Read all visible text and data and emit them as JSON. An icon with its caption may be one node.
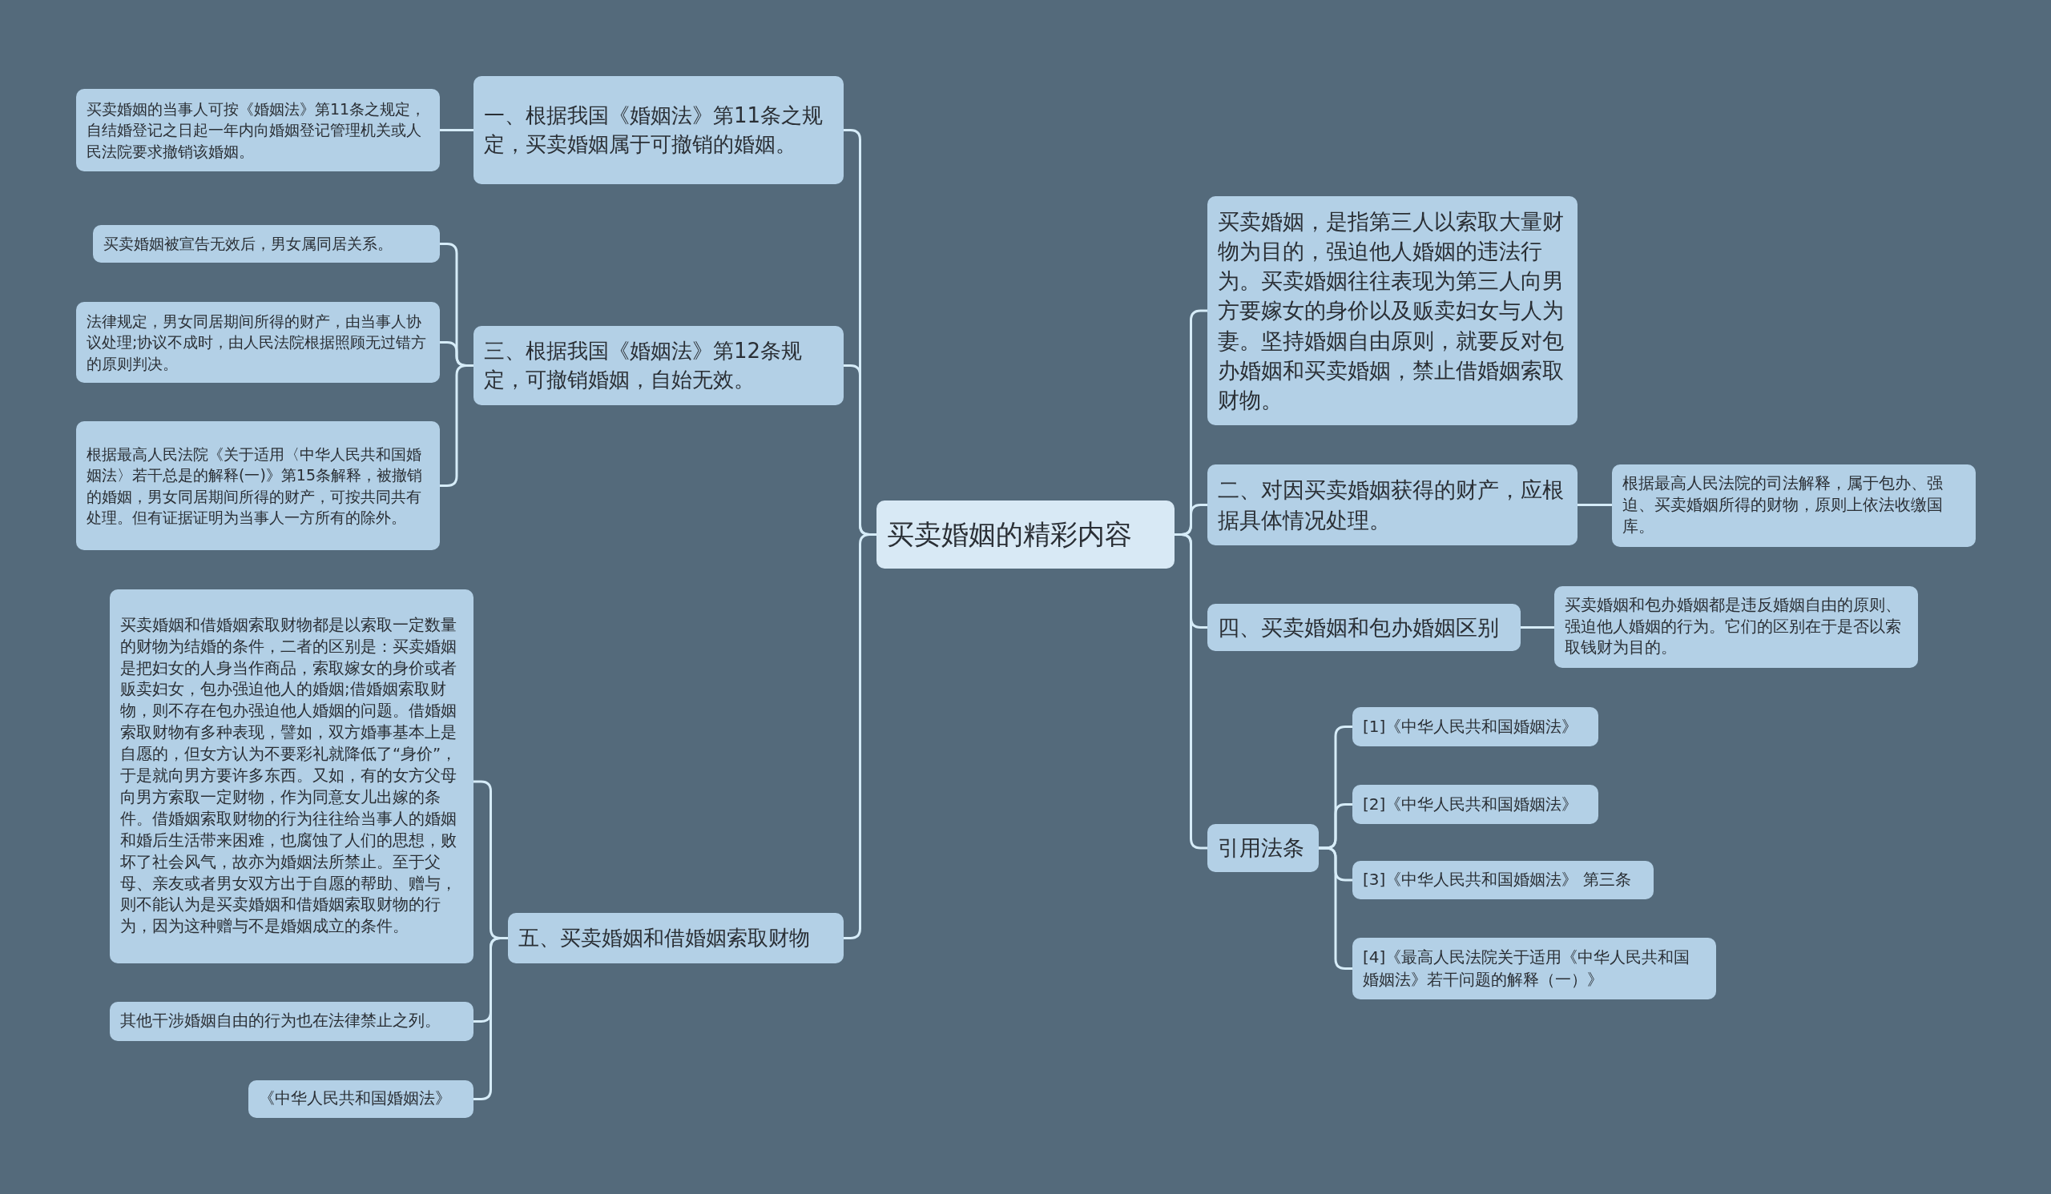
{
  "diagram": {
    "nodes": [
      {
        "text": [
          "买卖婚姻的精彩内容"
        ]
      },
      {
        "text": [
          "一、根据我国《婚姻法》第11条之规定，买卖婚姻属于可撤销的婚姻。"
        ]
      },
      {
        "text": [
          "买卖婚姻的当事人可按《婚姻法》第11条之规定，自结婚登记之日起一年内向婚姻登记管理机关或人民法院要求撤销该婚姻。"
        ]
      },
      {
        "text": [
          "三、根据我国《婚姻法》第12条规定，可撤销婚姻，自始无效。"
        ]
      },
      {
        "text": [
          "买卖婚姻被宣告无效后，男女属同居关系。"
        ]
      },
      {
        "text": [
          "法律规定，男女同居期间所得的财产，由当事人协议处理;协议不成时，由人民法院根据照顾无过错方的原则判决。"
        ]
      },
      {
        "text": [
          "根据最高人民法院《关于适用〈中华人民共和国婚姻法〉若干总是的解释(一)》第15条解释，被撤销的婚姻，男女同居期间所得的财产，可按共同共有处理。但有证据证明为当事人一方所有的除外。"
        ]
      },
      {
        "text": [
          "五、买卖婚姻和借婚姻索取财物"
        ]
      },
      {
        "text": [
          "买卖婚姻和借婚姻索取财物都是以索取一定数量的财物为结婚的条件，二者的区别是：买卖婚姻是把妇女的人身当作商品，索取嫁女的身价或者贩卖妇女，包办强迫他人的婚姻;借婚姻索取财物，则不存在包办强迫他人婚姻的问题。借婚姻索取财物有多种表现，譬如，双方婚事基本上是自愿的，但女方认为不要彩礼就降低了“身价”，于是就向男方要许多东西。又如，有的女方父母向男方索取一定财物，作为同意女儿出嫁的条件。借婚姻索取财物的行为往往给当事人的婚姻和婚后生活带来困难，也腐蚀了人们的思想，败坏了社会风气，故亦为婚姻法所禁止。至于父母、亲友或者男女双方出于自愿的帮助、赠与，则不能认为是买卖婚姻和借婚姻索取财物的行为，因为这种赠与不是婚姻成立的条件。"
        ]
      },
      {
        "text": [
          "其他干涉婚姻自由的行为也在法律禁止之列。"
        ]
      },
      {
        "text": [
          "《中华人民共和国婚姻法》"
        ]
      },
      {
        "text": [
          "买卖婚姻，是指第三人以索取大量财物为目的，强迫他人婚姻的违法行为。买卖婚姻往往表现为第三人向男方要嫁女的身价以及贩卖妇女与人为妻。坚持婚姻自由原则，就要反对包办婚姻和买卖婚姻，禁止借婚姻索取财物。"
        ]
      },
      {
        "text": [
          "二、对因买卖婚姻获得的财产，应根据具体情况处理。"
        ]
      },
      {
        "text": [
          "根据最高人民法院的司法解释，属于包办、强迫、买卖婚姻所得的财物，原则上依法收缴国库。"
        ]
      },
      {
        "text": [
          "四、买卖婚姻和包办婚姻区别"
        ]
      },
      {
        "text": [
          "买卖婚姻和包办婚姻都是违反婚姻自由的原则、强迫他人婚姻的行为。它们的区别在于是否以索取钱财为目的。"
        ]
      },
      {
        "text": [
          "引用法条"
        ]
      },
      {
        "text": [
          "[1]《中华人民共和国婚姻法》"
        ]
      },
      {
        "text": [
          "[2]《中华人民共和国婚姻法》"
        ]
      },
      {
        "text": [
          "[3]《中华人民共和国婚姻法》 第三条"
        ]
      },
      {
        "text": [
          "[4]《最高人民法院关于适用《中华人民共和国婚姻法》若干问题的解释（一）》"
        ]
      }
    ],
    "edges": [
      {
        "from": 0,
        "to": 1,
        "arrow": "none"
      },
      {
        "from": 1,
        "to": 2,
        "arrow": "none"
      },
      {
        "from": 0,
        "to": 3,
        "arrow": "none"
      },
      {
        "from": 3,
        "to": 4,
        "arrow": "none"
      },
      {
        "from": 3,
        "to": 5,
        "arrow": "none"
      },
      {
        "from": 3,
        "to": 6,
        "arrow": "none"
      },
      {
        "from": 0,
        "to": 7,
        "arrow": "none"
      },
      {
        "from": 7,
        "to": 8,
        "arrow": "none"
      },
      {
        "from": 7,
        "to": 9,
        "arrow": "none"
      },
      {
        "from": 7,
        "to": 10,
        "arrow": "none"
      },
      {
        "from": 0,
        "to": 11,
        "arrow": "none"
      },
      {
        "from": 0,
        "to": 12,
        "arrow": "none"
      },
      {
        "from": 12,
        "to": 13,
        "arrow": "none"
      },
      {
        "from": 0,
        "to": 14,
        "arrow": "none"
      },
      {
        "from": 14,
        "to": 15,
        "arrow": "none"
      },
      {
        "from": 0,
        "to": 16,
        "arrow": "none"
      },
      {
        "from": 16,
        "to": 17,
        "arrow": "none"
      },
      {
        "from": 16,
        "to": 18,
        "arrow": "none"
      },
      {
        "from": 16,
        "to": 19,
        "arrow": "none"
      },
      {
        "from": 16,
        "to": 20,
        "arrow": "none"
      }
    ]
  }
}
